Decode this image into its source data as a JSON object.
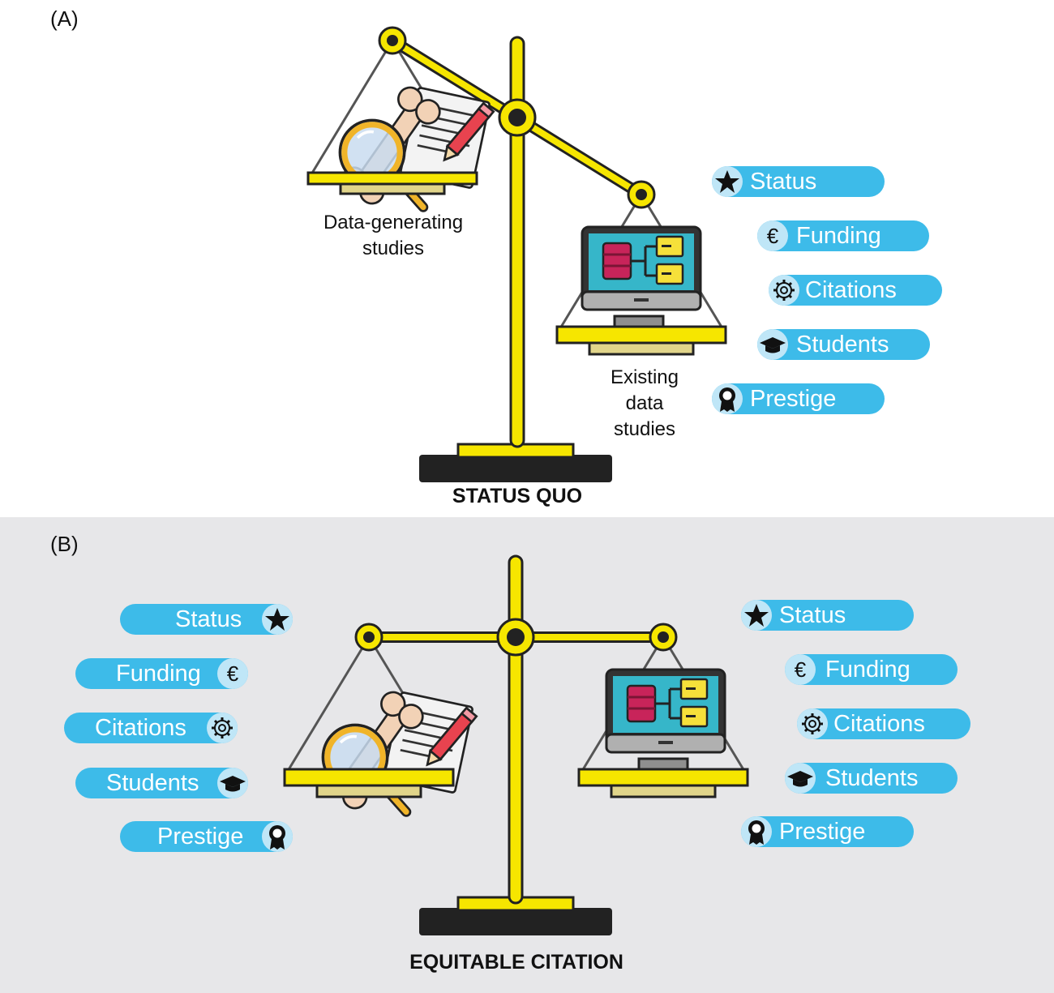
{
  "panel_a": {
    "label": "(A)",
    "left_caption_1": "Data-generating",
    "left_caption_2": "studies",
    "right_caption_1": "Existing",
    "right_caption_2": "data",
    "right_caption_3": "studies",
    "footer": "STATUS QUO",
    "pills": [
      {
        "label": "Status",
        "icon": "star-icon"
      },
      {
        "label": "Funding",
        "icon": "euro-icon"
      },
      {
        "label": "Citations",
        "icon": "gear-icon"
      },
      {
        "label": "Students",
        "icon": "graduation-cap-icon"
      },
      {
        "label": "Prestige",
        "icon": "award-ribbon-icon"
      }
    ]
  },
  "panel_b": {
    "label": "(B)",
    "footer": "EQUITABLE CITATION",
    "left_pills": [
      {
        "label": "Status",
        "icon": "star-icon"
      },
      {
        "label": "Funding",
        "icon": "euro-icon"
      },
      {
        "label": "Citations",
        "icon": "gear-icon"
      },
      {
        "label": "Students",
        "icon": "graduation-cap-icon"
      },
      {
        "label": "Prestige",
        "icon": "award-ribbon-icon"
      }
    ],
    "right_pills": [
      {
        "label": "Status",
        "icon": "star-icon"
      },
      {
        "label": "Funding",
        "icon": "euro-icon"
      },
      {
        "label": "Citations",
        "icon": "gear-icon"
      },
      {
        "label": "Students",
        "icon": "graduation-cap-icon"
      },
      {
        "label": "Prestige",
        "icon": "award-ribbon-icon"
      }
    ]
  },
  "colors": {
    "pill": "#3dbbe9",
    "icon_bg": "#bfe6f7",
    "scale_yellow": "#f6e600",
    "outline": "#222222",
    "panel_b_bg": "#e7e7e9",
    "monitor_screen": "#36b6c9",
    "database": "#c8245a",
    "folder": "#f6e03a"
  }
}
